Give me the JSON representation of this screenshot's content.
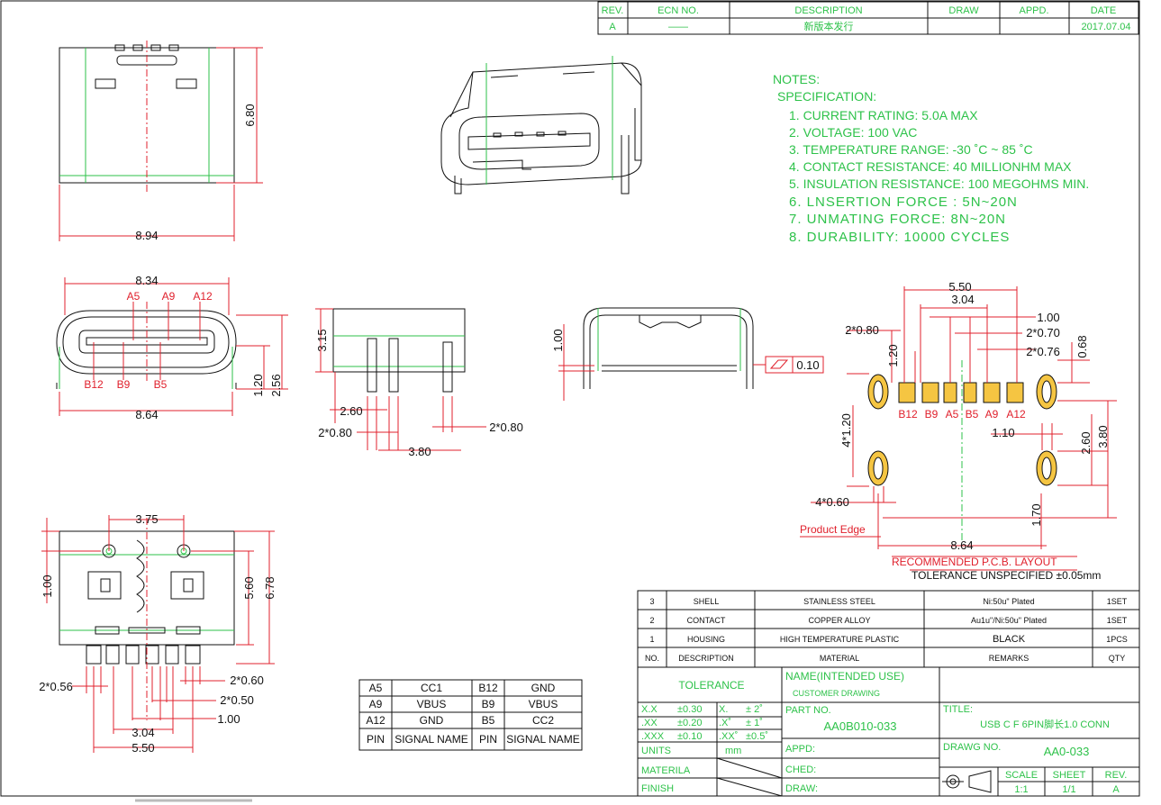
{
  "revision_table": {
    "headers": [
      "REV.",
      "ECN NO.",
      "DESCRIPTION",
      "DRAW",
      "APPD.",
      "DATE"
    ],
    "row": [
      "A",
      "——",
      "新版本发行",
      "",
      "",
      "2017.07.04"
    ]
  },
  "notes": {
    "title": "NOTES:",
    "subtitle": "SPECIFICATION:",
    "items": [
      "1. CURRENT RATING: 5.0A MAX",
      "2. VOLTAGE: 100 VAC",
      "3. TEMPERATURE RANGE: -30 ˚C ~ 85 ˚C",
      "4. CONTACT RESISTANCE: 40 MILLIONHM MAX",
      "5. INSULATION RESISTANCE: 100 MEGOHMS MIN.",
      "6. LNSERTION FORCE : 5N~20N",
      "7. UNMATING FORCE: 8N~20N",
      "8. DURABILITY:   10000 CYCLES"
    ]
  },
  "top_view": {
    "dim_width": "8.94",
    "dim_height": "6.80"
  },
  "front_view": {
    "dim_top": "8.34",
    "dim_bottom": "8.64",
    "dim_right_a": "1.20",
    "dim_right_b": "2.56",
    "pins_top": [
      "A5",
      "A9",
      "A12"
    ],
    "pins_bottom": [
      "B12",
      "B9",
      "B5"
    ]
  },
  "side_view": {
    "dim_h": "3.15",
    "d1": "2.60",
    "d2": "2*0.80",
    "d3": "3.80",
    "d4": "2*0.80"
  },
  "rear_view": {
    "dim_h": "1.00",
    "flatness": "0.10"
  },
  "bottom_view": {
    "d_top": "3.75",
    "d_left": "1.00",
    "d_right_a": "5.60",
    "d_right_b": "6.78",
    "d_056": "2*0.56",
    "d_060": "2*0.60",
    "d_050": "2*0.50",
    "d_100": "1.00",
    "d_304": "3.04",
    "d_550": "5.50"
  },
  "pcb_layout": {
    "d_550": "5.50",
    "d_304": "3.04",
    "d_100": "1.00",
    "d_070": "2*0.70",
    "d_076": "2*0.76",
    "d_080": "2*0.80",
    "d_120": "1.20",
    "d_068": "0.68",
    "d_4x120": "4*1.20",
    "d_4x060": "4*0.60",
    "d_110": "1.10",
    "d_260": "2.60",
    "d_380": "3.80",
    "d_170": "1.70",
    "d_864": "8.64",
    "pads": [
      "B12",
      "B9",
      "A5",
      "B5",
      "A9",
      "A12"
    ],
    "product_edge": "Product Edge",
    "caption": "RECOMMENDED   P.C.B. LAYOUT",
    "tolerance": "TOLERANCE UNSPECIFIED ±0.05mm"
  },
  "pin_table": {
    "rows": [
      [
        "A5",
        "CC1",
        "B12",
        "GND"
      ],
      [
        "A9",
        "VBUS",
        "B9",
        "VBUS"
      ],
      [
        "A12",
        "GND",
        "B5",
        "CC2"
      ],
      [
        "PIN",
        "SIGNAL NAME",
        "PIN",
        "SIGNAL NAME"
      ]
    ]
  },
  "bom": {
    "rows": [
      [
        "3",
        "SHELL",
        "STAINLESS STEEL",
        "Ni:50u\" Plated",
        "1SET"
      ],
      [
        "2",
        "CONTACT",
        "COPPER ALLOY",
        "Au1u\"/Ni:50u\" Plated",
        "1SET"
      ],
      [
        "1",
        "HOUSING",
        "HIGH TEMPERATURE PLASTIC",
        "BLACK",
        "1PCS"
      ],
      [
        "NO.",
        "DESCRIPTION",
        "MATERIAL",
        "REMARKS",
        "QTY"
      ]
    ]
  },
  "title_block": {
    "tolerance": "TOLERANCE",
    "tol_rows": [
      [
        "X.X",
        "±0.30",
        "X.",
        "±  2˚"
      ],
      [
        ".XX",
        "±0.20",
        ".X˚",
        "±  1˚"
      ],
      [
        ".XXX",
        "±0.10",
        ".XX˚",
        "±0.5˚"
      ]
    ],
    "units": "UNITS",
    "units_val": "mm",
    "materila": "MATERILA",
    "finish": "FINISH",
    "name_label": "NAME(INTENDED USE)",
    "name_val": "CUSTOMER DRAWING",
    "part_label": "PART NO.",
    "part_val": "AA0B010-033",
    "appd": "APPD:",
    "ched": "CHED:",
    "draw": "DRAW:",
    "title_label": "TITLE:",
    "title_val": "USB C F 6PIN脚长1.0 CONN",
    "drawno_label": "DRAWG NO.",
    "drawno_val": "AA0-033",
    "scale_label": "SCALE",
    "scale_val": "1:1",
    "sheet_label": "SHEET",
    "sheet_val": "1/1",
    "rev_label": "REV.",
    "rev_val": "A"
  },
  "colors": {
    "line": "#111111",
    "dimension": "#e0202c",
    "text": "#2ec24a",
    "pad": "#f5c542"
  }
}
